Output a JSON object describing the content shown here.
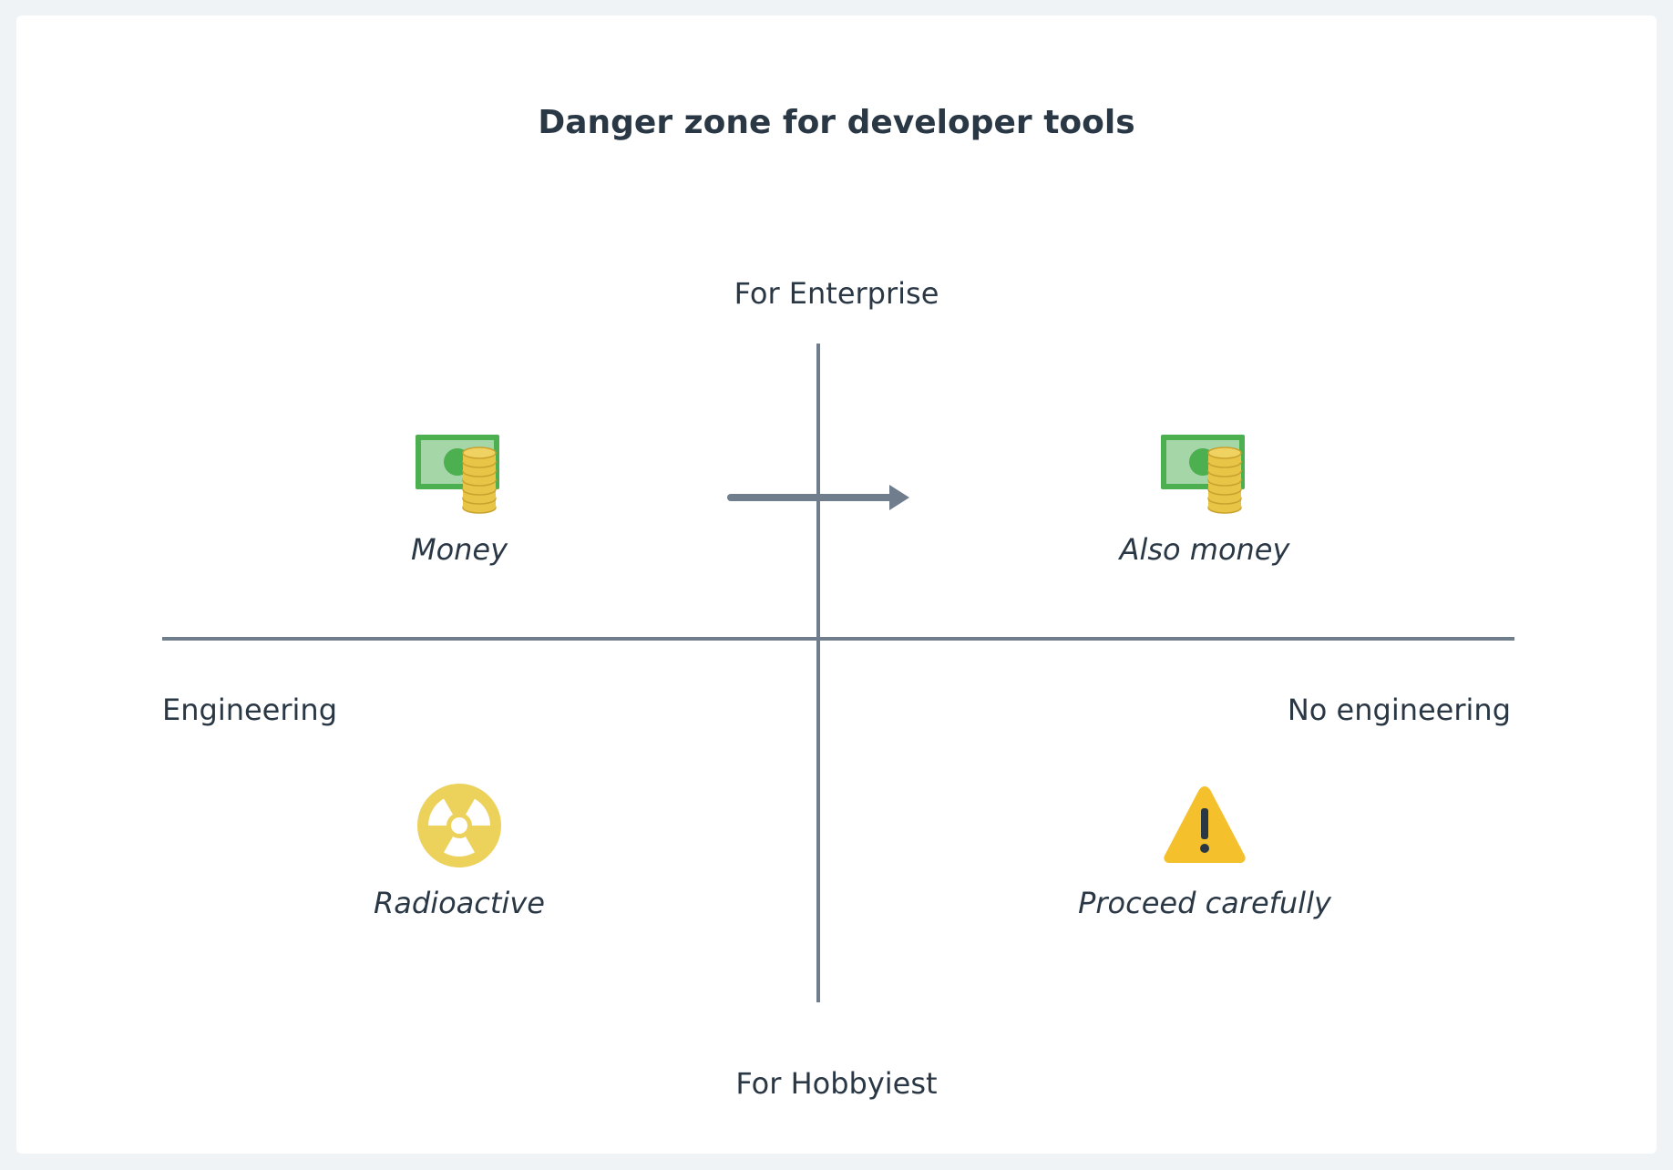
{
  "title": "Danger zone for developer tools",
  "axes": {
    "top": "For Enterprise",
    "bottom": "For Hobbyiest",
    "left": "Engineering",
    "right": "No engineering"
  },
  "quadrants": {
    "top_left": {
      "caption": "Money",
      "icon": "money-icon"
    },
    "top_right": {
      "caption": "Also money",
      "icon": "money-icon"
    },
    "bottom_left": {
      "caption": "Radioactive",
      "icon": "radioactive-icon"
    },
    "bottom_right": {
      "caption": "Proceed carefully",
      "icon": "warning-icon"
    }
  },
  "arrow": {
    "direction": "right",
    "icon": "arrow-right-icon"
  },
  "colors": {
    "axis": "#6f7d8c",
    "text": "#2a3745",
    "bill": "#4caf50",
    "coin": "#e8c547",
    "radioactive": "#ecd15a",
    "warning": "#f4c02b"
  }
}
